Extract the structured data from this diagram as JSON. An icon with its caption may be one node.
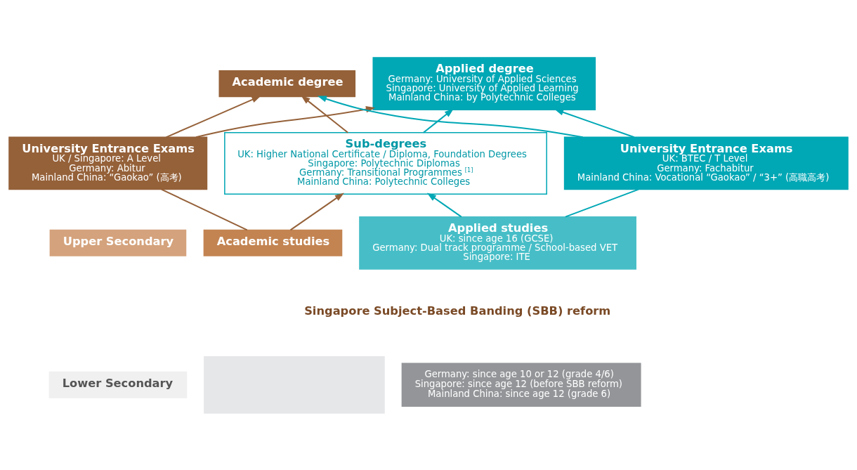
{
  "diagram": {
    "nodes": [
      {
        "text": [
          "Academic degree"
        ]
      },
      {
        "text": [
          "Applied degree",
          "Germany: University of Applied Sciences",
          "Singapore: University of Applied Learning",
          "Mainland China: by Polytechnic Colleges"
        ]
      },
      {
        "text": [
          "Sub-degrees",
          "UK: Higher National Certificate / Diploma, Foundation Degrees",
          "Singapore: Polytechnic Diplomas",
          "Germany: Transitional Programmes$^{[1]}$",
          "Mainland China: Polytechnic Colleges"
        ]
      },
      {
        "text": [
          "University Entrance Exams",
          "UK / Singapore: A Level",
          "Germany: Abitur",
          "Mainland China: “Gaokao” (高考)"
        ]
      },
      {
        "text": [
          "University Entrance Exams",
          "UK: BTEC / T Level",
          "Germany: Fachabitur",
          "Mainland China: Vocational “Gaokao” / “3+” (高職高考)"
        ]
      },
      {
        "text": [
          "Upper Secondary"
        ]
      },
      {
        "text": [
          "Academic studies"
        ]
      },
      {
        "text": [
          "Applied studies",
          "UK: since age 16 (GCSE)",
          "Germany: Dual track programme / School-based VET",
          "Singapore: ITE"
        ]
      },
      {
        "text": [
          "Singapore Subject-Based Banding (SBB) reform"
        ]
      },
      {
        "text": [
          "Lower Secondary"
        ]
      },
      {
        "text": [],
        "shape": "box"
      },
      {
        "text": [
          "Germany: since age 10 or 12 (grade 4/6)",
          "Singapore: since age 12 (before SBB reform)",
          "Mainland China: since age 12 (grade 6)"
        ]
      }
    ],
    "edges": [
      {
        "from": 6,
        "to": 3,
        "arrow": "none",
        "color": "#956139"
      },
      {
        "from": 3,
        "to": 0,
        "arrow": "to",
        "color": "#956139"
      },
      {
        "from": 4,
        "to": 0,
        "arrow": "to",
        "color": "#00a7b5"
      },
      {
        "from": 6,
        "to": 2,
        "arrow": "to",
        "color": "#956139"
      },
      {
        "from": 2,
        "to": 0,
        "arrow": "to",
        "color": "#956139"
      },
      {
        "from": 7,
        "to": 2,
        "arrow": "to",
        "color": "#00a7b5"
      },
      {
        "from": 2,
        "to": 1,
        "arrow": "to",
        "color": "#00a7b5"
      },
      {
        "from": 3,
        "to": 1,
        "arrow": "to",
        "color": "#956139"
      },
      {
        "from": 7,
        "to": 4,
        "arrow": "none",
        "color": "#00a7b5"
      },
      {
        "from": 4,
        "to": 1,
        "arrow": "to",
        "color": "#00a7b5"
      }
    ]
  }
}
